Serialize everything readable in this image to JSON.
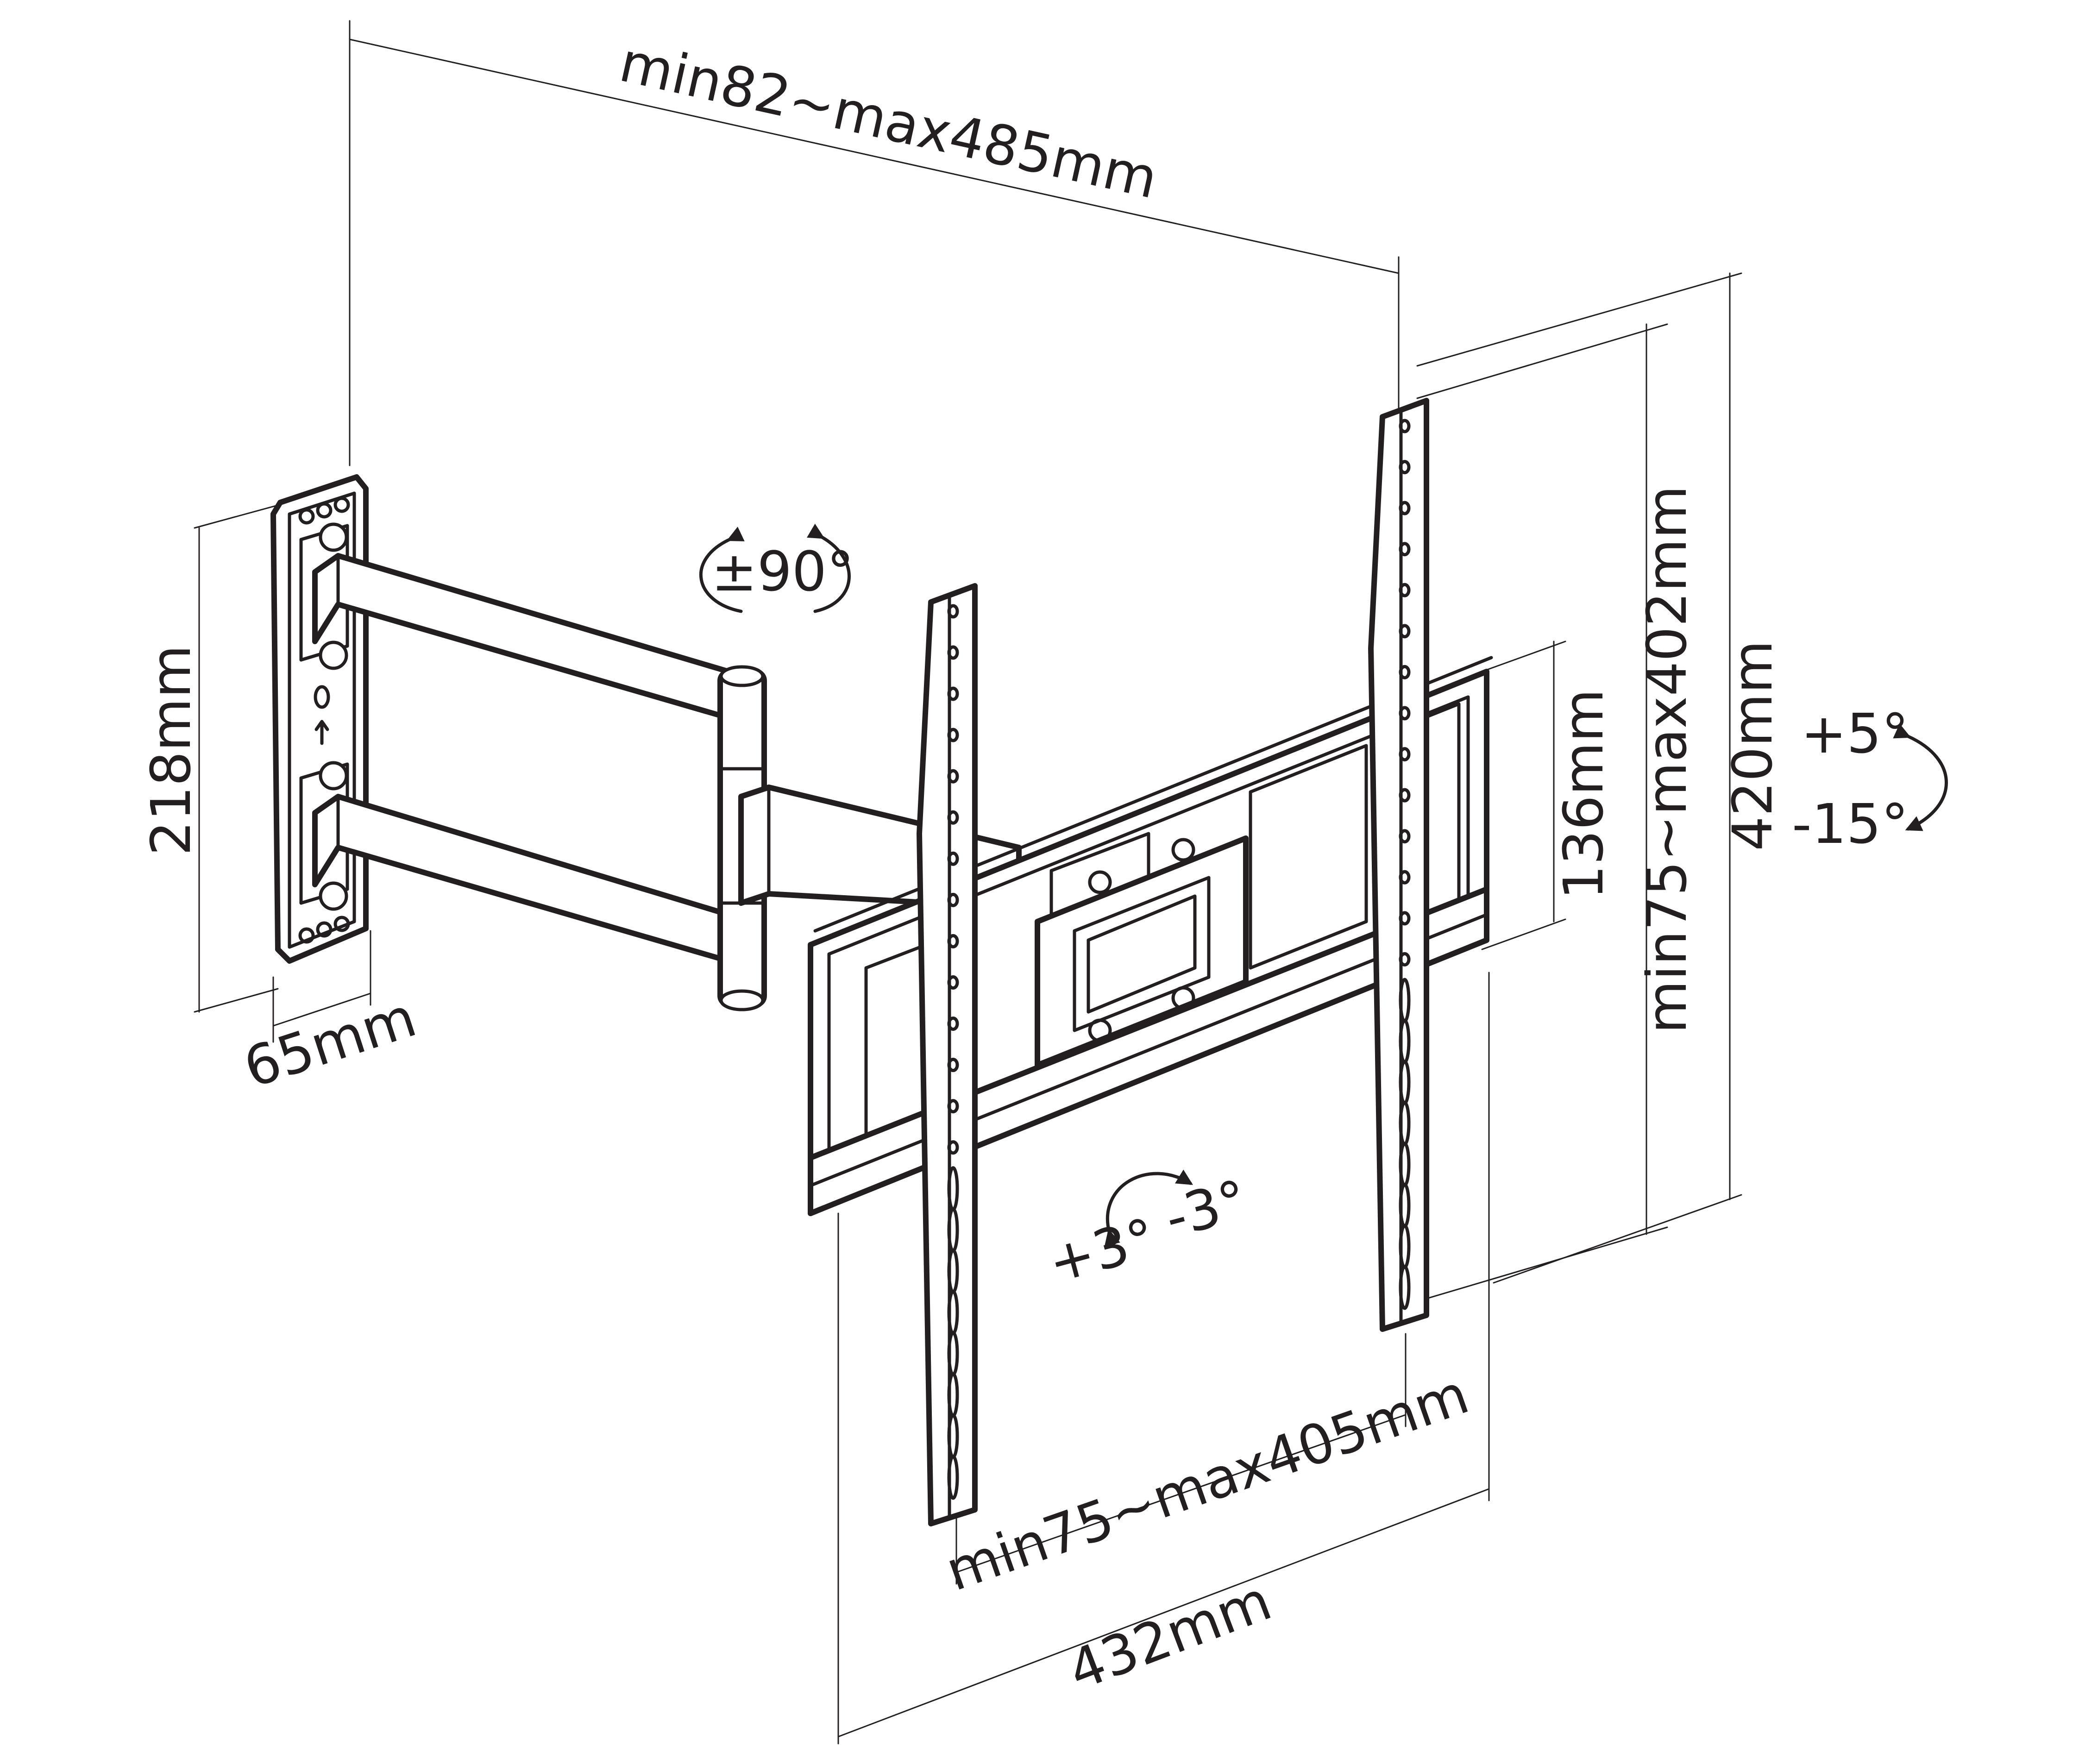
{
  "labels": {
    "arm_extension": "min82~max485mm",
    "wall_plate_height": "218mm",
    "wall_plate_depth": "65mm",
    "swivel": "±90°",
    "rail_spacing": "136mm",
    "vesa_vertical": "min75~max402mm",
    "bracket_height": "420mm",
    "tilt_up": "+5°",
    "tilt_down": "-15°",
    "rotate_plus": "+3°",
    "rotate_minus": "-3°",
    "vesa_horizontal": "min75~max405mm",
    "bracket_width": "432mm"
  },
  "colors": {
    "line": "#231f20",
    "background": "#ffffff"
  }
}
